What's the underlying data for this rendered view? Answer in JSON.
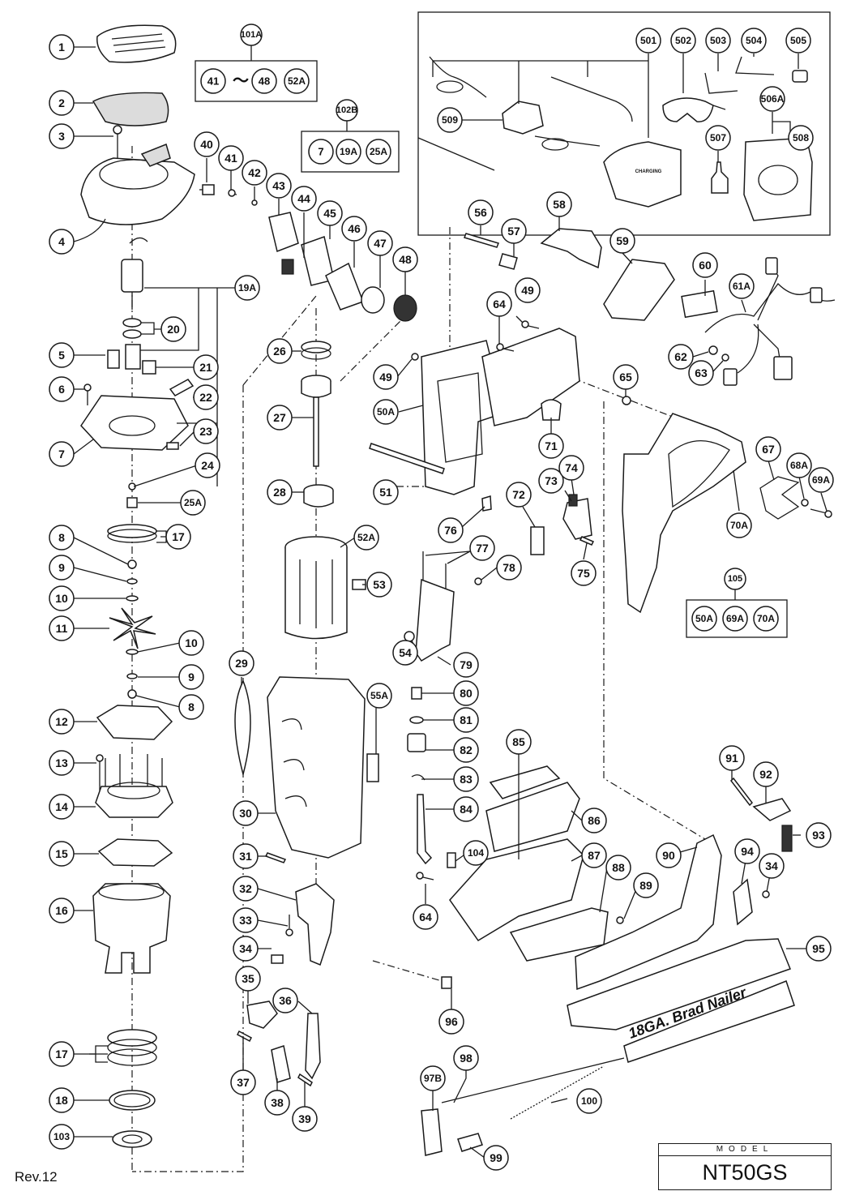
{
  "revision": "Rev.12",
  "model": {
    "caption": "MODEL",
    "name": "NT50GS"
  },
  "decal_text": "18GA. Brad Nailer",
  "charger_text": "CHARGING",
  "callouts": [
    {
      "id": "c1",
      "label": "1"
    },
    {
      "id": "c2",
      "label": "2"
    },
    {
      "id": "c3",
      "label": "3"
    },
    {
      "id": "c4",
      "label": "4"
    },
    {
      "id": "c5",
      "label": "5"
    },
    {
      "id": "c6",
      "label": "6"
    },
    {
      "id": "c7",
      "label": "7"
    },
    {
      "id": "c8a",
      "label": "8"
    },
    {
      "id": "c9a",
      "label": "9"
    },
    {
      "id": "c10a",
      "label": "10"
    },
    {
      "id": "c11",
      "label": "11"
    },
    {
      "id": "c10b",
      "label": "10"
    },
    {
      "id": "c9b",
      "label": "9"
    },
    {
      "id": "c8b",
      "label": "8"
    },
    {
      "id": "c12",
      "label": "12"
    },
    {
      "id": "c13",
      "label": "13"
    },
    {
      "id": "c14",
      "label": "14"
    },
    {
      "id": "c15",
      "label": "15"
    },
    {
      "id": "c16",
      "label": "16"
    },
    {
      "id": "c17b",
      "label": "17"
    },
    {
      "id": "c18",
      "label": "18"
    },
    {
      "id": "c103",
      "label": "103"
    },
    {
      "id": "c17a",
      "label": "17"
    },
    {
      "id": "c20",
      "label": "20"
    },
    {
      "id": "c21",
      "label": "21"
    },
    {
      "id": "c22",
      "label": "22"
    },
    {
      "id": "c23",
      "label": "23"
    },
    {
      "id": "c24",
      "label": "24"
    },
    {
      "id": "c25A",
      "label": "25A"
    },
    {
      "id": "c19A",
      "label": "19A"
    },
    {
      "id": "c40",
      "label": "40"
    },
    {
      "id": "c41",
      "label": "41"
    },
    {
      "id": "c42",
      "label": "42"
    },
    {
      "id": "c43",
      "label": "43"
    },
    {
      "id": "c44",
      "label": "44"
    },
    {
      "id": "c45",
      "label": "45"
    },
    {
      "id": "c46",
      "label": "46"
    },
    {
      "id": "c47",
      "label": "47"
    },
    {
      "id": "c48",
      "label": "48"
    },
    {
      "id": "c26",
      "label": "26"
    },
    {
      "id": "c27",
      "label": "27"
    },
    {
      "id": "c28",
      "label": "28"
    },
    {
      "id": "c29",
      "label": "29"
    },
    {
      "id": "c30",
      "label": "30"
    },
    {
      "id": "c31",
      "label": "31"
    },
    {
      "id": "c32",
      "label": "32"
    },
    {
      "id": "c33",
      "label": "33"
    },
    {
      "id": "c34a",
      "label": "34"
    },
    {
      "id": "c35",
      "label": "35"
    },
    {
      "id": "c36",
      "label": "36"
    },
    {
      "id": "c37",
      "label": "37"
    },
    {
      "id": "c38",
      "label": "38"
    },
    {
      "id": "c39",
      "label": "39"
    },
    {
      "id": "c52A",
      "label": "52A"
    },
    {
      "id": "c53",
      "label": "53"
    },
    {
      "id": "c55A",
      "label": "55A"
    },
    {
      "id": "c56",
      "label": "56"
    },
    {
      "id": "c57",
      "label": "57"
    },
    {
      "id": "c58",
      "label": "58"
    },
    {
      "id": "c59",
      "label": "59"
    },
    {
      "id": "c49a",
      "label": "49"
    },
    {
      "id": "c64a",
      "label": "64"
    },
    {
      "id": "c49b",
      "label": "49"
    },
    {
      "id": "c50A",
      "label": "50A"
    },
    {
      "id": "c51",
      "label": "51"
    },
    {
      "id": "c71",
      "label": "71"
    },
    {
      "id": "c65",
      "label": "65"
    },
    {
      "id": "c60",
      "label": "60"
    },
    {
      "id": "c61A",
      "label": "61A"
    },
    {
      "id": "c62",
      "label": "62"
    },
    {
      "id": "c63",
      "label": "63"
    },
    {
      "id": "c67",
      "label": "67"
    },
    {
      "id": "c68A",
      "label": "68A"
    },
    {
      "id": "c69A",
      "label": "69A"
    },
    {
      "id": "c70A",
      "label": "70A"
    },
    {
      "id": "c72",
      "label": "72"
    },
    {
      "id": "c73",
      "label": "73"
    },
    {
      "id": "c74",
      "label": "74"
    },
    {
      "id": "c75",
      "label": "75"
    },
    {
      "id": "c76",
      "label": "76"
    },
    {
      "id": "c77",
      "label": "77"
    },
    {
      "id": "c78",
      "label": "78"
    },
    {
      "id": "c54",
      "label": "54"
    },
    {
      "id": "c79",
      "label": "79"
    },
    {
      "id": "c80",
      "label": "80"
    },
    {
      "id": "c81",
      "label": "81"
    },
    {
      "id": "c82",
      "label": "82"
    },
    {
      "id": "c83",
      "label": "83"
    },
    {
      "id": "c84",
      "label": "84"
    },
    {
      "id": "c85",
      "label": "85"
    },
    {
      "id": "c86",
      "label": "86"
    },
    {
      "id": "c104",
      "label": "104"
    },
    {
      "id": "c87",
      "label": "87"
    },
    {
      "id": "c64b",
      "label": "64"
    },
    {
      "id": "c88",
      "label": "88"
    },
    {
      "id": "c89",
      "label": "89"
    },
    {
      "id": "c90",
      "label": "90"
    },
    {
      "id": "c91",
      "label": "91"
    },
    {
      "id": "c92",
      "label": "92"
    },
    {
      "id": "c93",
      "label": "93"
    },
    {
      "id": "c94",
      "label": "94"
    },
    {
      "id": "c34b",
      "label": "34"
    },
    {
      "id": "c95",
      "label": "95"
    },
    {
      "id": "c96",
      "label": "96"
    },
    {
      "id": "c98",
      "label": "98"
    },
    {
      "id": "c97B",
      "label": "97B"
    },
    {
      "id": "c99",
      "label": "99"
    },
    {
      "id": "c100",
      "label": "100"
    },
    {
      "id": "c501",
      "label": "501"
    },
    {
      "id": "c502",
      "label": "502"
    },
    {
      "id": "c503",
      "label": "503"
    },
    {
      "id": "c504",
      "label": "504"
    },
    {
      "id": "c505",
      "label": "505"
    },
    {
      "id": "c506A",
      "label": "506A"
    },
    {
      "id": "c507",
      "label": "507"
    },
    {
      "id": "c508",
      "label": "508"
    },
    {
      "id": "c509",
      "label": "509"
    }
  ],
  "kits": [
    {
      "id": "k101A",
      "label": "101A",
      "items": [
        "41",
        "48",
        "52A"
      ],
      "range_mark": "～"
    },
    {
      "id": "k102B",
      "label": "102B",
      "items": [
        "7",
        "19A",
        "25A"
      ]
    },
    {
      "id": "k105",
      "label": "105",
      "items": [
        "50A",
        "69A",
        "70A"
      ]
    }
  ]
}
